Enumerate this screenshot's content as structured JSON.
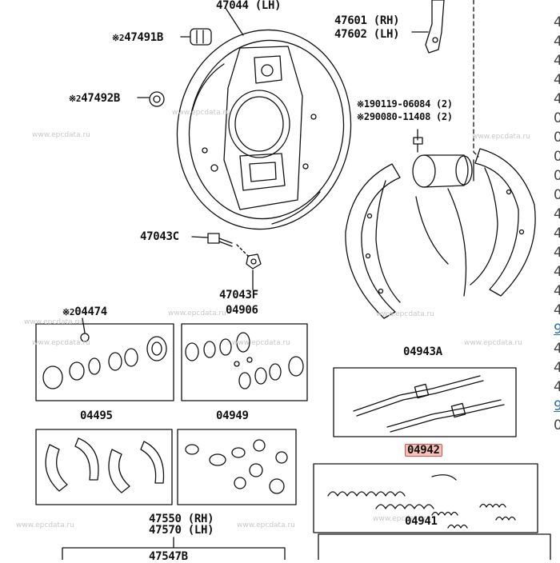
{
  "labels": {
    "p47044": "47044 (LH)",
    "p47491b": "47491B",
    "p47491b_sym": "※2",
    "p47492b": "47492B",
    "p47492b_sym": "※2",
    "p47601": "47601 (RH)",
    "p47602": "47602 (LH)",
    "p190119": "190119-06084 (2)",
    "p190119_sym": "※",
    "p290080": "290080-11408 (2)",
    "p290080_sym": "※",
    "p47043c": "47043C",
    "p47043f": "47043F",
    "p04474": "04474",
    "p04474_sym": "※2",
    "p04906": "04906",
    "p04943a": "04943A",
    "p04495": "04495",
    "p04949": "04949",
    "p04942": "04942",
    "p47550": "47550 (RH)",
    "p47570": "47570 (LH)",
    "p04941": "04941",
    "p47547b": "47547B"
  },
  "watermark": "www.epcdata.ru",
  "right_edge": {
    "chars": [
      "4",
      "4",
      "4",
      "4",
      "4",
      "0",
      "0",
      "0",
      "0",
      "0",
      "4",
      "4",
      "4",
      "4",
      "4",
      "4",
      "9",
      "4",
      "4",
      "4",
      "9",
      "0"
    ],
    "link_rows": [
      16,
      20
    ]
  }
}
